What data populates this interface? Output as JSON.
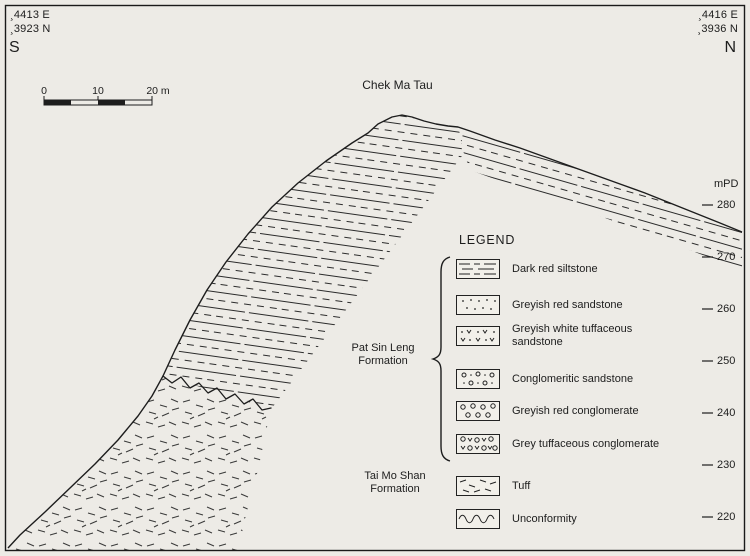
{
  "corners": {
    "top_left": {
      "easting": "¸4413 E",
      "northing": "¸3923 N",
      "direction": "S"
    },
    "top_right": {
      "easting": "¸4416 E",
      "northing": "¸3936 N",
      "direction": "N"
    }
  },
  "scale_bar": {
    "tick_0": "0",
    "tick_10": "10",
    "tick_20": "20 m"
  },
  "peak_label": "Chek Ma Tau",
  "elevation_axis": {
    "unit": "mPD",
    "ticks": [
      "280",
      "270",
      "260",
      "250",
      "240",
      "230",
      "220"
    ]
  },
  "legend": {
    "title": "LEGEND",
    "items": [
      {
        "pattern": "dark-red-siltstone",
        "label": "Dark red siltstone"
      },
      {
        "pattern": "greyish-red-sandstone",
        "label": "Greyish red sandstone"
      },
      {
        "pattern": "greyish-white-tuffaceous-sandstone",
        "label": "Greyish white tuffaceous sandstone"
      },
      {
        "pattern": "conglomeritic-sandstone",
        "label": "Conglomeritic sandstone"
      },
      {
        "pattern": "greyish-red-conglomerate",
        "label": "Greyish red conglomerate"
      },
      {
        "pattern": "grey-tuffaceous-conglomerate",
        "label": "Grey tuffaceous conglomerate"
      },
      {
        "pattern": "tuff",
        "label": "Tuff"
      },
      {
        "pattern": "unconformity",
        "label": "Unconformity"
      }
    ]
  },
  "formations": {
    "pat_sin_leng": "Pat Sin Leng Formation",
    "tai_mo_shan": "Tai Mo Shan Formation"
  },
  "colors": {
    "ink": "#2b2b2b",
    "paper": "#edebe6"
  }
}
